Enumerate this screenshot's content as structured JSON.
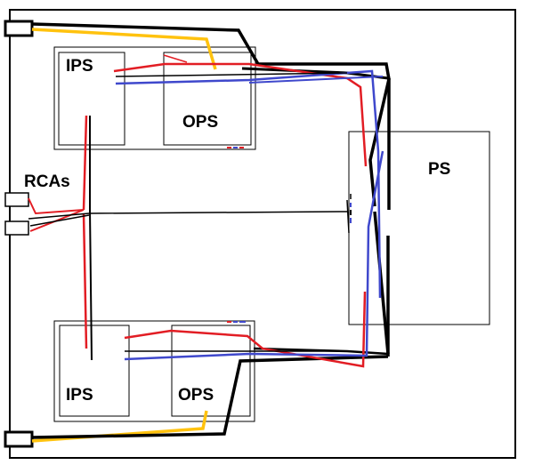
{
  "labels": {
    "ips_top": "IPS",
    "ops_top": "OPS",
    "ips_bottom": "IPS",
    "ops_bottom": "OPS",
    "rcas": "RCAs",
    "ps": "PS"
  },
  "colors": {
    "outline": "#000000",
    "red": "#e21d24",
    "blue": "#3f48cc",
    "yellow": "#ffc20e",
    "box": "#000000",
    "background": "#ffffff"
  }
}
